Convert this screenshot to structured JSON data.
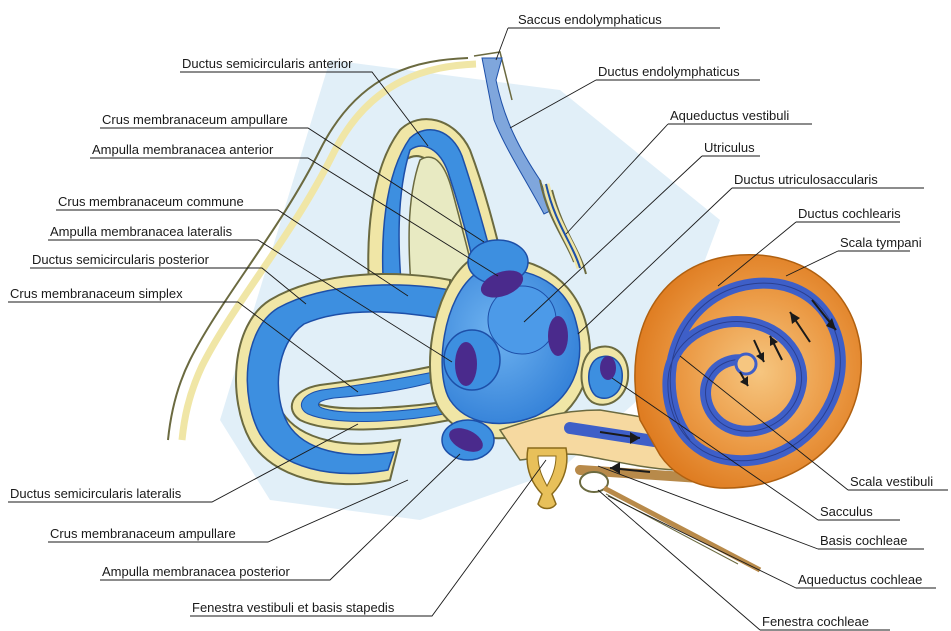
{
  "diagram": {
    "labels": {
      "saccus_endolymphaticus": "Saccus endolymphaticus",
      "ductus_semicircularis_anterior": "Ductus semicircularis anterior",
      "ductus_endolymphaticus": "Ductus endolymphaticus",
      "crus_membranaceum_ampullare_top": "Crus membranaceum ampullare",
      "aqueductus_vestibuli": "Aqueductus vestibuli",
      "ampulla_membranacea_anterior": "Ampulla membranacea anterior",
      "utriculus": "Utriculus",
      "ductus_utriculosaccularis": "Ductus utriculosaccularis",
      "crus_membranaceum_commune": "Crus membranaceum commune",
      "ductus_cochlearis": "Ductus cochlearis",
      "ampulla_membranacea_lateralis": "Ampulla membranacea lateralis",
      "scala_tympani": "Scala tympani",
      "ductus_semicircularis_posterior": "Ductus semicircularis posterior",
      "crus_membranaceum_simplex": "Crus membranaceum simplex",
      "scala_vestibuli": "Scala vestibuli",
      "ductus_semicircularis_lateralis": "Ductus semicircularis lateralis",
      "sacculus": "Sacculus",
      "crus_membranaceum_ampullare_bottom": "Crus membranaceum ampullare",
      "basis_cochleae": "Basis cochleae",
      "ampulla_membranacea_posterior": "Ampulla membranacea posterior",
      "aqueductus_cochleae": "Aqueductus cochleae",
      "fenestra_vestibuli": "Fenestra vestibuli et basis stapedis",
      "fenestra_cochleae": "Fenestra cochleae"
    },
    "colors": {
      "background": "#ffffff",
      "bony_labyrinth": "#f0e6a6",
      "bony_outline": "#6b6a40",
      "membranous": "#3d8fe0",
      "membranous_dark": "#1d4fa8",
      "ampulla_crista": "#4a2a8c",
      "cochlea_light": "#f6c680",
      "cochlea_dark": "#df7d22",
      "cochlear_duct": "#3e5fc8",
      "shadow": "#c9e2f2"
    }
  }
}
